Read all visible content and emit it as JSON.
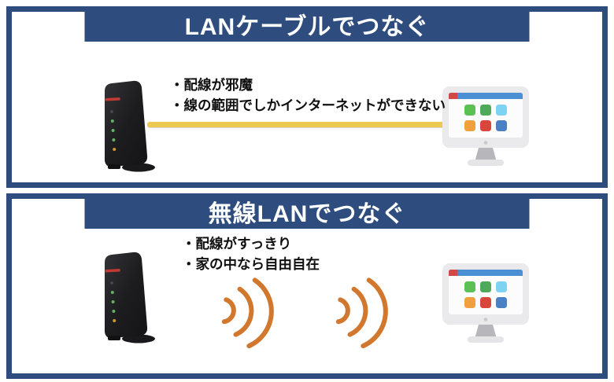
{
  "panels": [
    {
      "id": "lan-cable",
      "title": "LANケーブルでつなぐ",
      "bullets": [
        "・配線が邪魔",
        "・線の範囲でしかインターネットができない"
      ],
      "left_device": "wireless-router",
      "right_device": "desktop-computer",
      "connection": "lan-cable"
    },
    {
      "id": "wireless-lan",
      "title": "無線LANでつなぐ",
      "bullets": [
        "・配線がすっきり",
        "・家の中なら自由自在"
      ],
      "left_device": "wireless-router",
      "right_device": "desktop-computer",
      "connection": "wifi-waves"
    }
  ],
  "colors": {
    "panel_border_navy": "#2e4d7e",
    "header_text": "#ffffff",
    "note_text": "#101010",
    "cable_yellow": "#ecc94f",
    "wifi_wave_orange": "#d2772e",
    "router_body": "#1d1d20",
    "router_stripe_red": "#c23a33",
    "monitor_titlebar_blue": "#4a8fd4",
    "monitor_titlebar_red": "#cf4a42"
  }
}
